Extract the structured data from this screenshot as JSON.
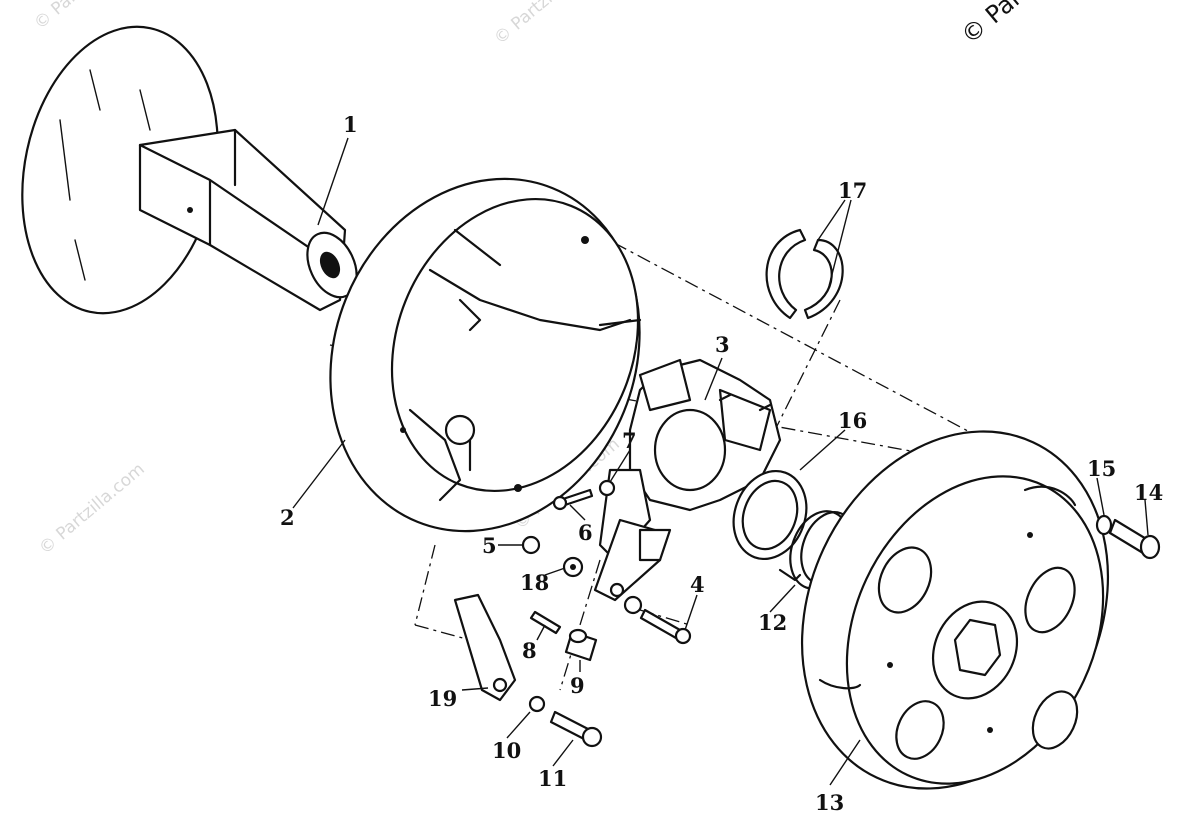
{
  "callouts": [
    {
      "id": "1",
      "label": "1"
    },
    {
      "id": "2",
      "label": "2"
    },
    {
      "id": "3",
      "label": "3"
    },
    {
      "id": "4",
      "label": "4"
    },
    {
      "id": "5",
      "label": "5"
    },
    {
      "id": "6",
      "label": "6"
    },
    {
      "id": "7",
      "label": "7"
    },
    {
      "id": "8",
      "label": "8"
    },
    {
      "id": "9",
      "label": "9"
    },
    {
      "id": "10",
      "label": "10"
    },
    {
      "id": "11",
      "label": "11"
    },
    {
      "id": "12",
      "label": "12"
    },
    {
      "id": "13",
      "label": "13"
    },
    {
      "id": "14",
      "label": "14"
    },
    {
      "id": "15",
      "label": "15"
    },
    {
      "id": "16",
      "label": "16"
    },
    {
      "id": "17",
      "label": "17"
    },
    {
      "id": "18",
      "label": "18"
    },
    {
      "id": "19",
      "label": "19"
    }
  ],
  "watermark": {
    "text": "© Partzilla.com",
    "corner_text": "© Par"
  }
}
